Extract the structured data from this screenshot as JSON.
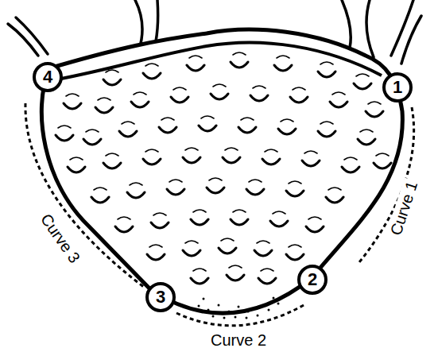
{
  "diagram": {
    "nodes": [
      {
        "text": [
          "1"
        ]
      },
      {
        "text": [
          "2"
        ]
      },
      {
        "text": [
          "3"
        ]
      },
      {
        "text": [
          "4"
        ]
      }
    ],
    "labels": [
      "Curve 1",
      "Curve 2",
      "Curve 3"
    ]
  }
}
